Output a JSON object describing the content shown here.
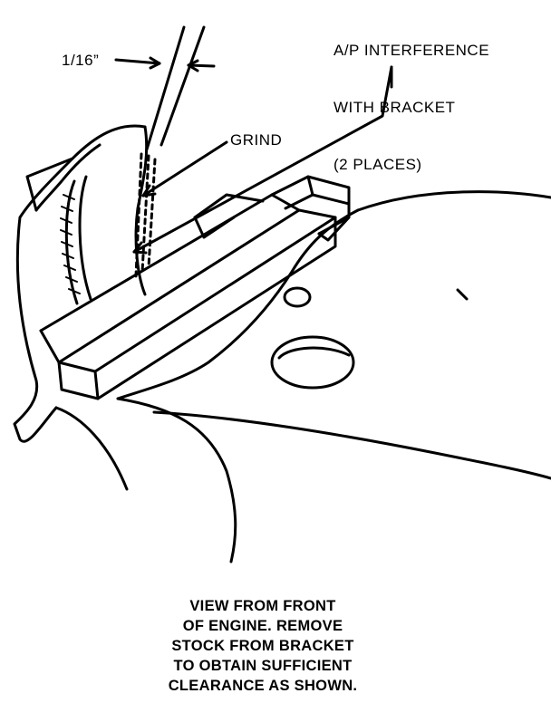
{
  "labels": {
    "dimension": "1/16”",
    "interference": [
      "A/P INTERFERENCE",
      "WITH BRACKET",
      "(2 PLACES)"
    ],
    "grind": "GRIND"
  },
  "caption": [
    "VIEW FROM FRONT",
    "OF ENGINE. REMOVE",
    "STOCK FROM BRACKET",
    "TO OBTAIN SUFFICIENT",
    "CLEARANCE AS SHOWN."
  ]
}
